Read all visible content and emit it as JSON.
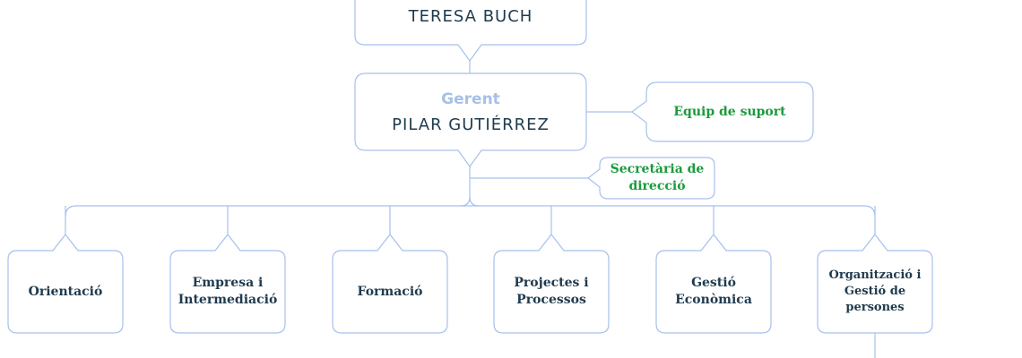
{
  "colors": {
    "border": "#a7c0ec",
    "role": "#a8c0e8",
    "name": "#1f3a4d",
    "unit_text": "#1f3a4d",
    "support_text": "#1a9a3c"
  },
  "top": {
    "name": "TERESA BUCH"
  },
  "manager": {
    "role": "Gerent",
    "name": "PILAR GUTIÉRREZ"
  },
  "support": [
    {
      "label": "Equip de suport"
    },
    {
      "label": "Secretària de\ndirecció"
    }
  ],
  "units": [
    {
      "label": "Orientació"
    },
    {
      "label": "Empresa i\nIntermediació"
    },
    {
      "label": "Formació"
    },
    {
      "label": "Projectes i\nProcessos"
    },
    {
      "label": "Gestió\nEconòmica"
    },
    {
      "label": "Organització i\nGestió de persones"
    }
  ]
}
